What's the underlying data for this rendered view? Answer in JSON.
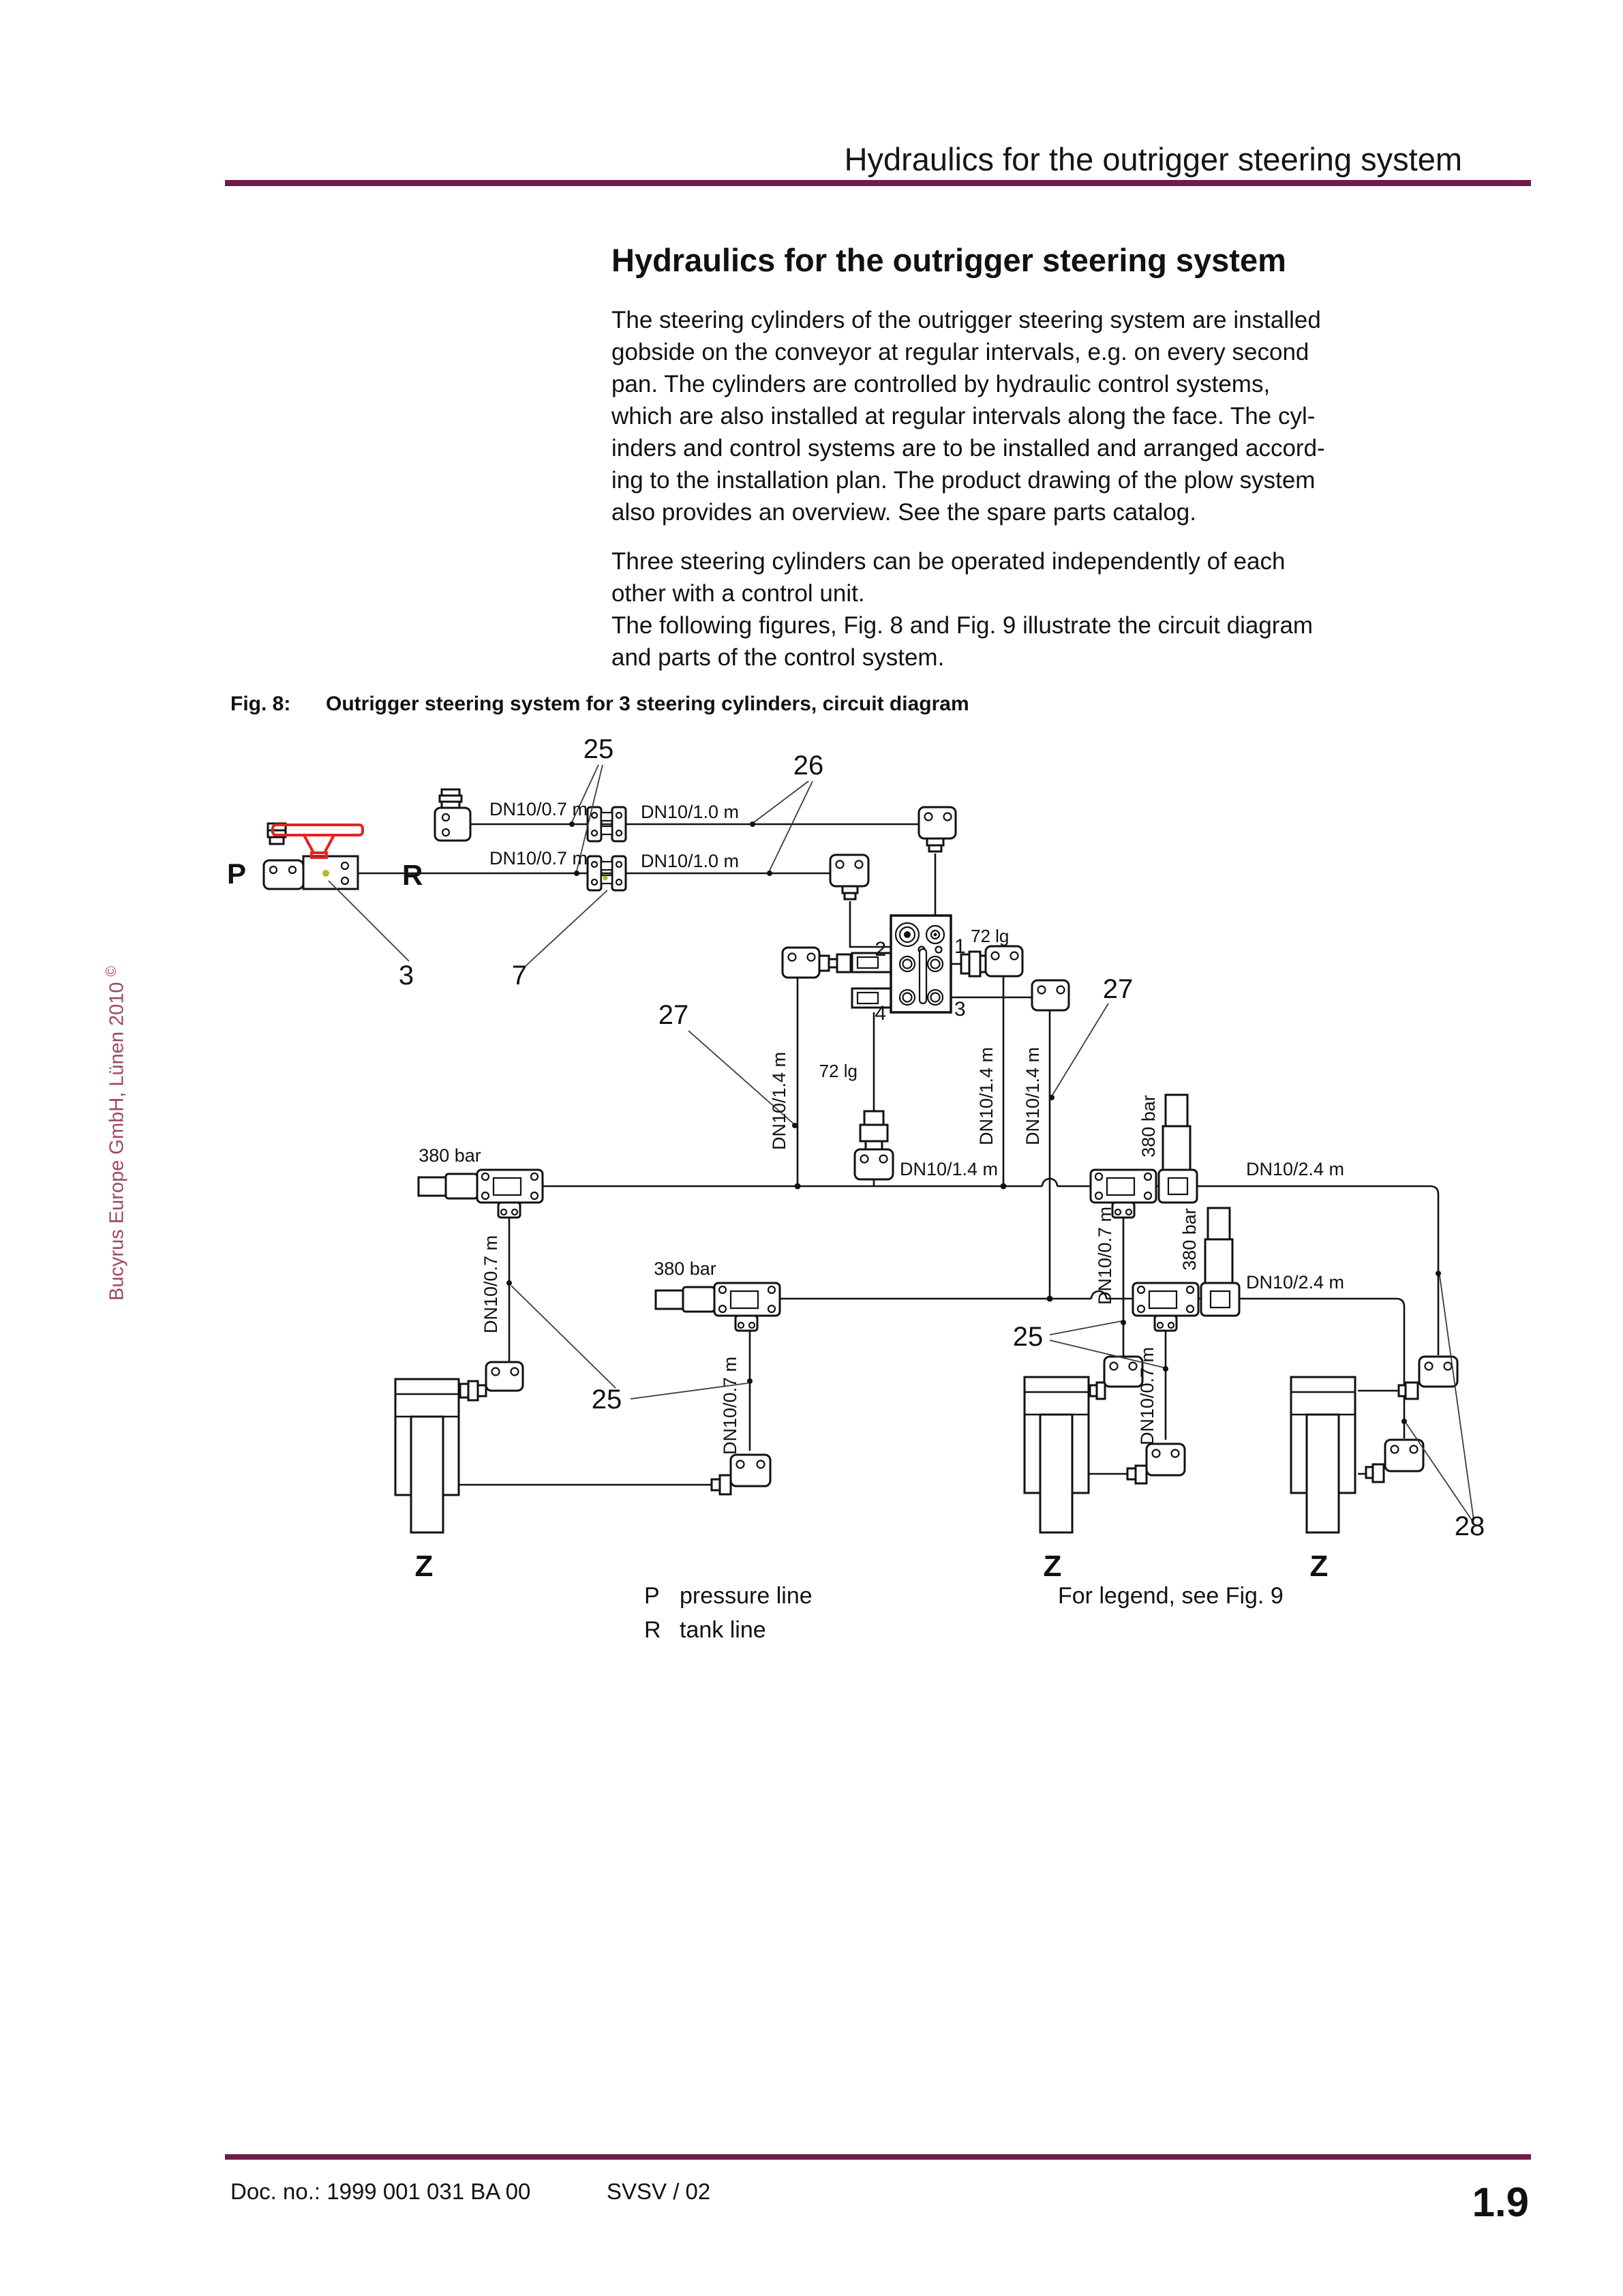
{
  "header": {
    "running_title": "Hydraulics for the outrigger steering system"
  },
  "article": {
    "heading": "Hydraulics for the outrigger steering system",
    "para1": [
      "The steering cylinders of the outrigger steering system are installed",
      "gobside on the conveyor at regular intervals, e.g. on every second",
      "pan. The cylinders are controlled by hydraulic control systems,",
      "which are also installed at regular intervals along the face. The cyl-",
      "inders and control systems are to be installed and arranged accord-",
      "ing to the installation plan. The product drawing of the plow system",
      "also provides an overview. See the spare parts catalog."
    ],
    "para2": [
      "Three steering cylinders can be operated independently of each",
      "other with a control unit.",
      "The following figures, Fig. 8 and Fig. 9 illustrate the circuit diagram",
      "and parts of the control system."
    ]
  },
  "figure": {
    "caption_label": "Fig. 8:",
    "caption_text": "Outrigger steering system for 3 steering cylinders, circuit diagram",
    "labels": {
      "p": "P",
      "r": "R",
      "z": "Z",
      "item3": "3",
      "item7": "7",
      "item25": "25",
      "item26": "26",
      "item27": "27",
      "item28": "28",
      "port1": "1",
      "port2": "2",
      "port3": "3",
      "port4": "4",
      "lg72": "72 lg",
      "dn07": "DN10/0.7 m",
      "dn10": "DN10/1.0 m",
      "dn14": "DN10/1.4 m",
      "dn24": "DN10/2.4 m",
      "bar380": "380 bar"
    },
    "legend": {
      "p_key": "P",
      "p_text": "pressure line",
      "r_key": "R",
      "r_text": "tank line",
      "note": "For legend, see Fig. 9"
    }
  },
  "sidebar": {
    "copyright": "Bucyrus Europe GmbH, Lünen 2010",
    "symbol": "©"
  },
  "footer": {
    "doc_no": "Doc. no.: 1999 001 031 BA 00",
    "code": "SVSV / 02",
    "page": "1.9"
  },
  "colors": {
    "rule_maroon": "#701b4b",
    "sidebar_text": "#9d4766",
    "handle_red": "#e3241d",
    "marker_olive": "#b4b82a"
  }
}
